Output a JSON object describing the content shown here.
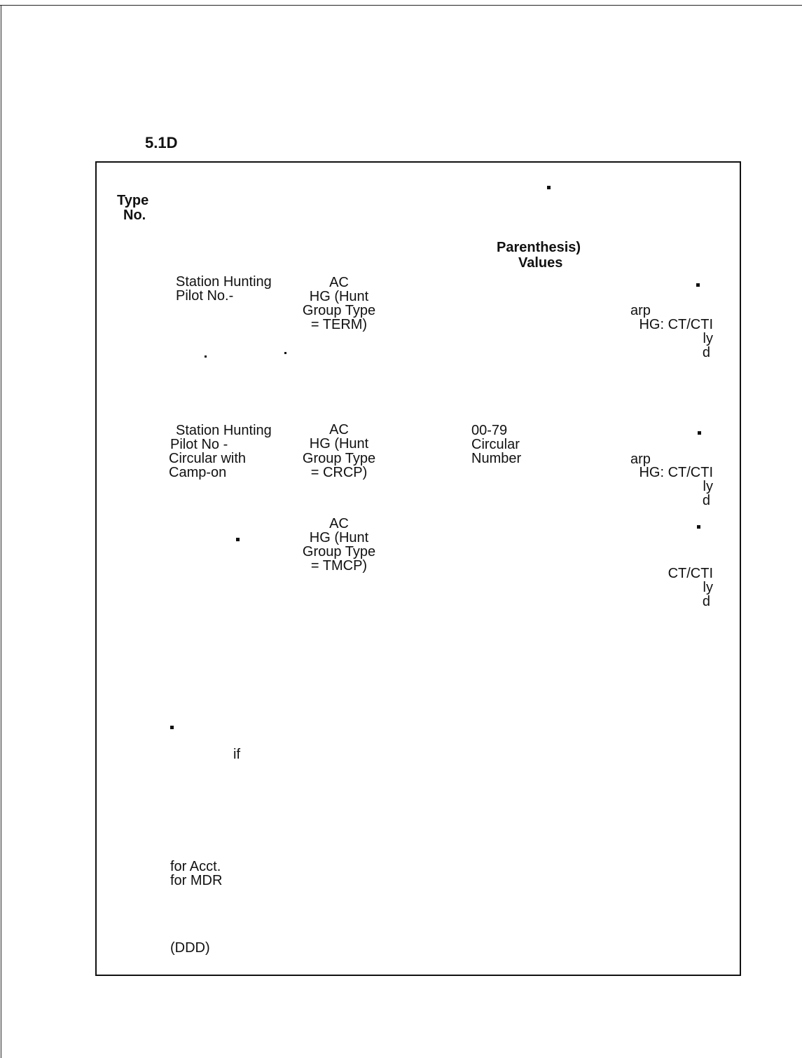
{
  "page": {
    "section_label": "5.1D"
  },
  "table": {
    "header": {
      "type_label": "Type",
      "no_label": "No.",
      "parenthesis_label": "Parenthesis)",
      "values_label": "Values"
    },
    "rows": [
      {
        "name_lines": [
          "Station Hunting",
          "Pilot No.-"
        ],
        "condition_lines": [
          "AC",
          "HG (Hunt",
          "Group Type",
          "= TERM)"
        ],
        "value_lines": [],
        "remark_lines": [
          "arp",
          "HG: CT/CTI",
          "ly",
          "d"
        ]
      },
      {
        "name_lines": [
          "Station Hunting",
          "Pilot No -",
          "Circular with",
          "Camp-on"
        ],
        "condition_lines": [
          "AC",
          "HG (Hunt",
          "Group Type",
          "= CRCP)"
        ],
        "value_lines": [
          "00-79",
          "Circular",
          "Number"
        ],
        "remark_lines": [
          "arp",
          "HG: CT/CTI",
          "ly",
          "d"
        ]
      },
      {
        "name_lines": [],
        "condition_lines": [
          "AC",
          "HG (Hunt",
          "Group Type",
          "= TMCP)"
        ],
        "value_lines": [],
        "remark_lines": [
          "CT/CTI",
          "ly",
          "d"
        ]
      }
    ],
    "fragments": {
      "if_text": "if",
      "acct_text": "for Acct.",
      "mdr_text": "for MDR",
      "ddd_text": "(DDD)"
    }
  }
}
